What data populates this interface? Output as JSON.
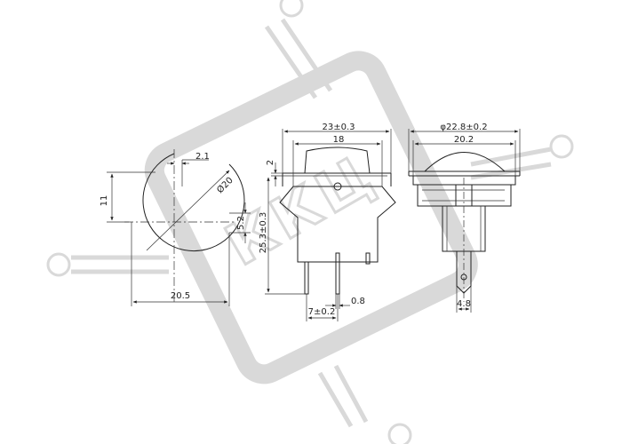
{
  "watermark": {
    "text": "ККЦ"
  },
  "front_view": {
    "dim_offset": "2.1",
    "dim_height": "11",
    "dim_diameter": "Ø20",
    "dim_small": "5.2",
    "dim_width": "20.5"
  },
  "side_view": {
    "dim_total_width": "23±0.3",
    "dim_inner_width": "18",
    "dim_rocker": "2",
    "dim_height": "25.3±0.3",
    "dim_pin_spacing": "7±0.2",
    "dim_pin_thickness": "0.8"
  },
  "end_view": {
    "dim_flange": "φ22.8±0.2",
    "dim_body": "20.2",
    "dim_terminal": "4.8"
  },
  "colors": {
    "line": "#222222",
    "watermark": "#d9d9d9"
  }
}
